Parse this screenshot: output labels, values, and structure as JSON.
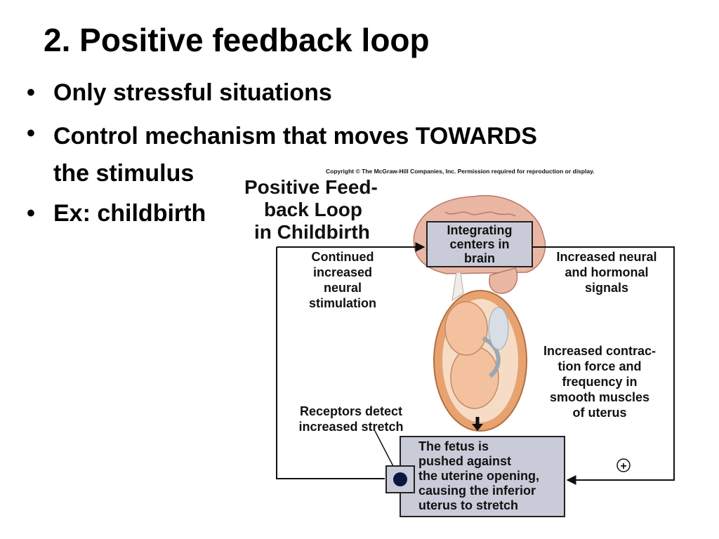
{
  "slide": {
    "title": "2. Positive feedback loop",
    "bullets": [
      {
        "text": "Only stressful situations"
      },
      {
        "text": "Control mechanism that moves TOWARDS the stimulus"
      },
      {
        "text": "Ex: childbirth"
      }
    ]
  },
  "figure": {
    "copyright": "Copyright © The McGraw-Hill Companies, Inc. Permission required for reproduction or display.",
    "heading": [
      "Positive Feed-",
      "back Loop",
      "in Childbirth"
    ],
    "integrating_box": [
      "Integrating",
      "centers in",
      "brain"
    ],
    "left_upper": [
      "Continued",
      "increased",
      "neural",
      "stimulation"
    ],
    "right_upper": [
      "Increased neural",
      "and hormonal",
      "signals"
    ],
    "right_middle": [
      "Increased contrac-",
      "tion force and",
      "frequency in",
      "smooth muscles",
      "of uterus"
    ],
    "receptors": [
      "Receptors detect",
      "increased stretch"
    ],
    "fetus_box": [
      "The fetus is",
      "pushed against",
      "the uterine opening,",
      "causing the inferior",
      "uterus to stretch"
    ],
    "plus_sign": "+",
    "colors": {
      "box_fill": "#c9cbd8",
      "receptor_dot": "#0d1640",
      "brain": "#e9b7a4",
      "uterus": "#e7a26f",
      "fetus": "#f3c19d"
    }
  }
}
